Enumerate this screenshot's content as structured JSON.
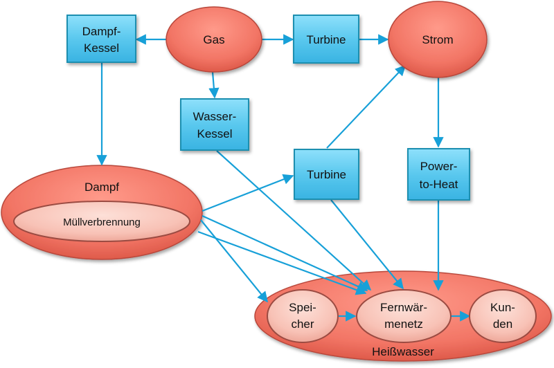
{
  "nodes": {
    "dampf_kessel": [
      "Dampf-",
      "Kessel"
    ],
    "gas": [
      "Gas"
    ],
    "turbine_top": [
      "Turbine"
    ],
    "strom": [
      "Strom"
    ],
    "wasser_kessel": [
      "Wasser-",
      "Kessel"
    ],
    "dampf": [
      "Dampf"
    ],
    "muellverbrennung": [
      "Müllverbrennung"
    ],
    "turbine_mid": [
      "Turbine"
    ],
    "power_to_heat": [
      "Power-",
      "to-Heat"
    ],
    "heisswasser": [
      "Heißwasser"
    ],
    "speicher": [
      "Spei-",
      "cher"
    ],
    "fernwaermenetz": [
      "Fernwär-",
      "menetz"
    ],
    "kunden": [
      "Kun-",
      "den"
    ]
  },
  "colors": {
    "box_fill": "#5cc6ec",
    "box_stroke": "#1a8fb0",
    "ellipse_red": "#f07868",
    "ellipse_pink": "#f8c0b4",
    "arrow": "#17a0d8"
  }
}
